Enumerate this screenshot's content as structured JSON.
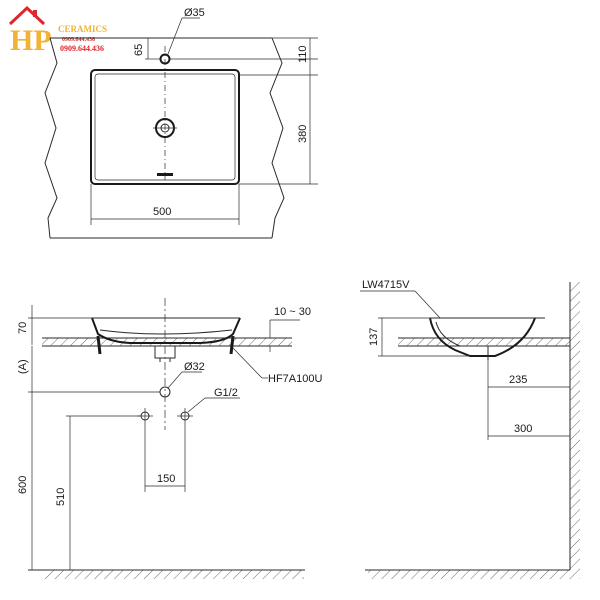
{
  "logo": {
    "initials": "HP",
    "brand": "CERAMICS",
    "phone_small": "0909.644.436",
    "phone": "0909.644.436",
    "colors": {
      "gold": "#f2b233",
      "red": "#e0252b"
    }
  },
  "top_view": {
    "hole_diameter": "Ø35",
    "dim_65": "65",
    "dim_110": "110",
    "dim_380": "380",
    "dim_500": "500"
  },
  "front_view": {
    "dim_70": "70",
    "dim_a": "(A)",
    "dim_10_30": "10 ~ 30",
    "fitting_model": "HF7A100U",
    "drain_diameter": "Ø32",
    "thread": "G1/2",
    "dim_150": "150",
    "dim_600": "600",
    "dim_510": "510"
  },
  "side_view": {
    "model": "LW4715V",
    "dim_137": "137",
    "dim_235": "235",
    "dim_300": "300"
  }
}
